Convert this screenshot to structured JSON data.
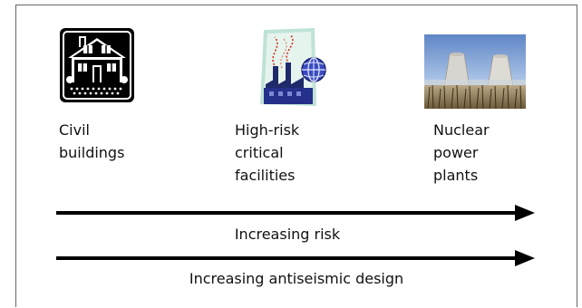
{
  "categories": [
    {
      "icon": "house-icon",
      "lines": [
        "Civil",
        "buildings"
      ]
    },
    {
      "icon": "factory-globe-icon",
      "lines": [
        "High-risk",
        "critical",
        "facilities"
      ]
    },
    {
      "icon": "nuclear-plant-photo",
      "lines": [
        "Nuclear",
        "power",
        "plants"
      ]
    }
  ],
  "arrows": [
    {
      "label": "Increasing risk"
    },
    {
      "label": "Increasing antiseismic design"
    }
  ]
}
